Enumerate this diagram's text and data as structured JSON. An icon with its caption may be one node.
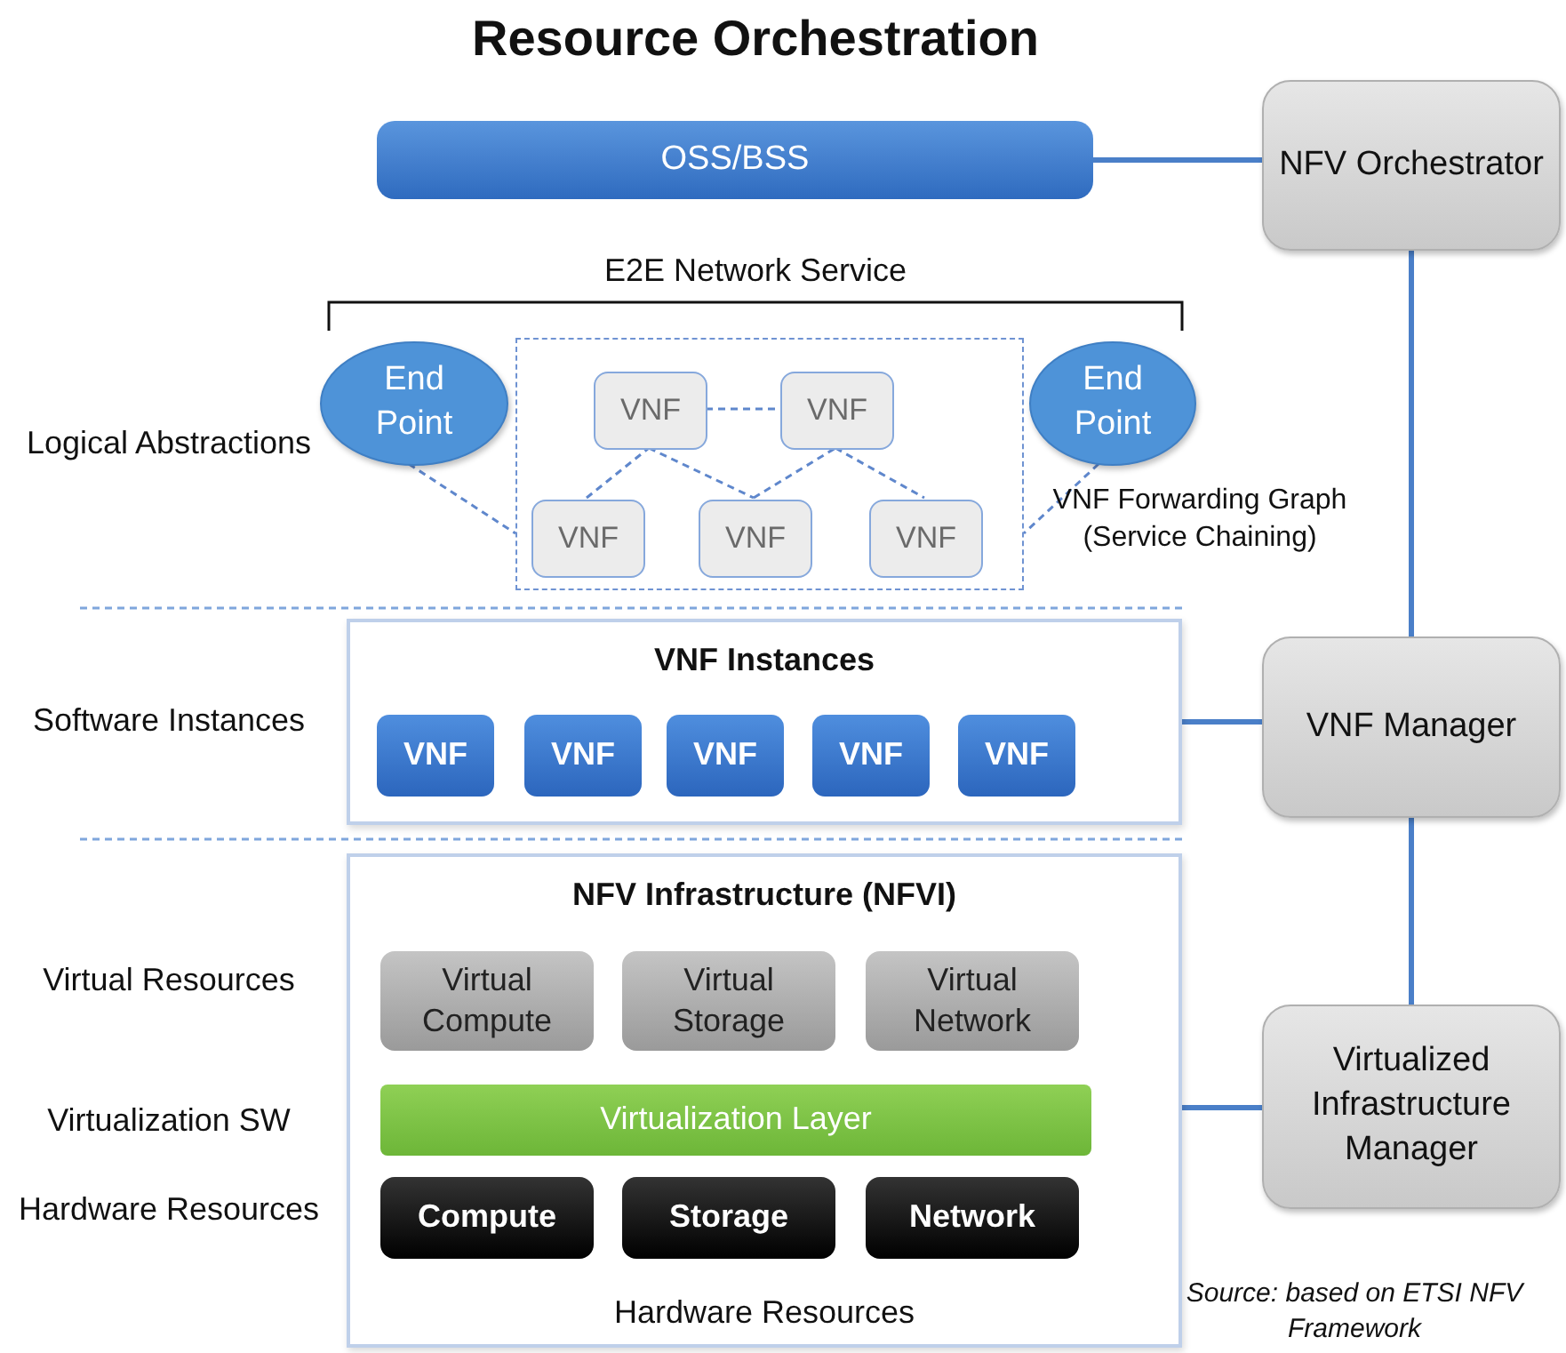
{
  "diagram": {
    "title": "Resource Orchestration",
    "nodes": [
      {
        "text": [
          "OSS/BSS"
        ]
      },
      {
        "text": [
          "NFV Orchestrator"
        ]
      },
      {
        "text": [],
        "shape": "box",
        "beside": [
          "VNF Forwarding Graph (Service Chaining)"
        ]
      },
      {
        "text": [
          "End Point"
        ]
      },
      {
        "text": [
          "VNF"
        ],
        "in": 2
      },
      {
        "text": [
          "VNF"
        ],
        "in": 2
      },
      {
        "text": [
          "VNF"
        ],
        "in": 2
      },
      {
        "text": [
          "VNF"
        ],
        "in": 2
      },
      {
        "text": [
          "VNF"
        ],
        "in": 2
      },
      {
        "text": [
          "End Point"
        ]
      },
      {
        "text": [
          "VNF Instances"
        ]
      },
      {
        "text": [
          "VNF"
        ],
        "in": 10
      },
      {
        "text": [
          "VNF"
        ],
        "in": 10
      },
      {
        "text": [
          "VNF"
        ],
        "in": 10
      },
      {
        "text": [
          "VNF"
        ],
        "in": 10
      },
      {
        "text": [
          "VNF"
        ],
        "in": 10
      },
      {
        "text": [
          "VNF Manager"
        ]
      },
      {
        "text": [
          "NFV Infrastructure (NFVI)",
          "Hardware Resources"
        ]
      },
      {
        "text": [
          "Virtual Compute"
        ],
        "in": 17
      },
      {
        "text": [
          "Virtual Storage"
        ],
        "in": 17
      },
      {
        "text": [
          "Virtual Network"
        ],
        "in": 17
      },
      {
        "text": [
          "Virtualization Layer"
        ],
        "in": 17
      },
      {
        "text": [
          "Compute"
        ],
        "in": 17
      },
      {
        "text": [
          "Storage"
        ],
        "in": 17
      },
      {
        "text": [
          "Network"
        ],
        "in": 17
      },
      {
        "text": [
          "Virtualized Infrastructure Manager"
        ]
      }
    ],
    "edges": [
      {
        "from": 0,
        "to": 1,
        "arrow": "none",
        "style": "thick"
      },
      {
        "from": 1,
        "to": 16,
        "arrow": "none",
        "style": "thick"
      },
      {
        "from": 16,
        "to": 25,
        "arrow": "none",
        "style": "thick"
      },
      {
        "from": 10,
        "to": 16,
        "arrow": "none",
        "style": "thick"
      },
      {
        "from": 17,
        "to": 25,
        "arrow": "none",
        "style": "thick"
      },
      {
        "from": 3,
        "to": 2,
        "arrow": "none",
        "style": "dashed"
      },
      {
        "from": 9,
        "to": 2,
        "arrow": "none",
        "style": "dashed"
      },
      {
        "from": 4,
        "to": 5,
        "arrow": "none",
        "style": "dashed"
      },
      {
        "from": 6,
        "to": 4,
        "arrow": "none",
        "style": "dashed"
      },
      {
        "from": 4,
        "to": 7,
        "arrow": "none",
        "style": "dashed"
      },
      {
        "from": 7,
        "to": 5,
        "arrow": "none",
        "style": "dashed"
      },
      {
        "from": 5,
        "to": 8,
        "arrow": "none",
        "style": "dashed"
      }
    ],
    "labels": [
      "E2E Network Service",
      "Logical Abstractions",
      "Software Instances",
      "Virtual Resources",
      "Virtualization SW",
      "Hardware Resources",
      "Source: based on ETSI NFV Framework"
    ]
  }
}
